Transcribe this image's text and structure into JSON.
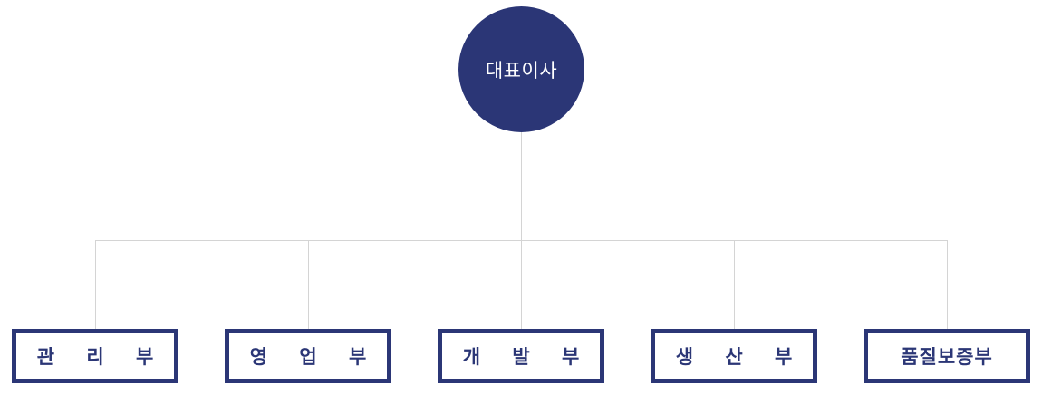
{
  "org_chart": {
    "root": {
      "label": "대표이사"
    },
    "departments": [
      {
        "label": "관 리 부"
      },
      {
        "label": "영 업 부"
      },
      {
        "label": "개 발 부"
      },
      {
        "label": "생 산 부"
      },
      {
        "label": "품질보증부"
      }
    ]
  },
  "colors": {
    "primary": "#2b3676",
    "connector": "#d4d4d4",
    "background": "#ffffff",
    "root_text": "#ffffff"
  }
}
